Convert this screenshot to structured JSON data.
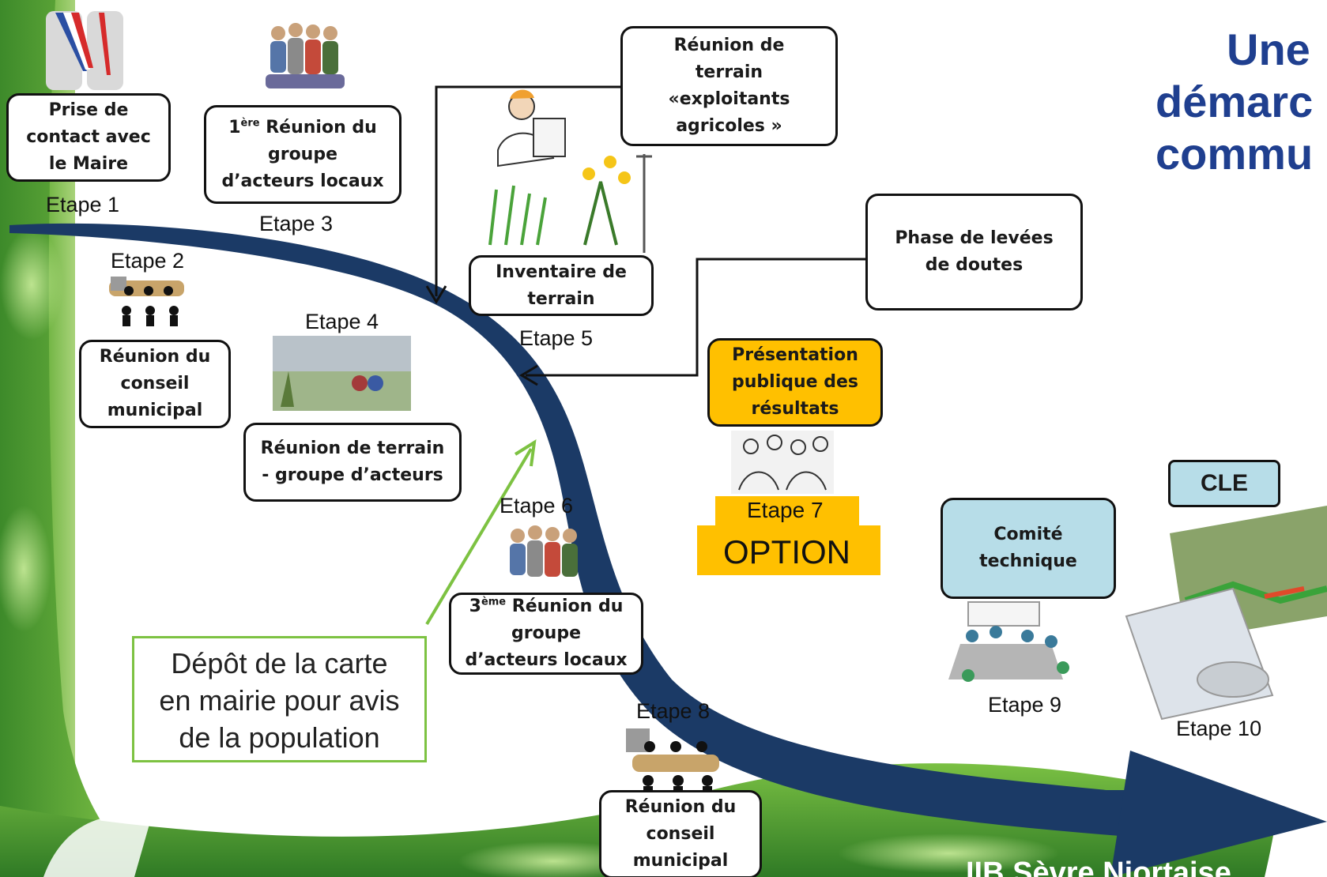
{
  "title_lines": [
    "Une",
    "démarc",
    "commu"
  ],
  "footer_text": "IIB Sèvre Niortaise",
  "steps": {
    "s1": "Etape 1",
    "s2": "Etape 2",
    "s3": "Etape 3",
    "s4": "Etape 4",
    "s5": "Etape 5",
    "s6": "Etape 6",
    "s8": "Etape 8",
    "s9": "Etape 9",
    "s10": "Etape 10"
  },
  "etape7": {
    "label": "Etape 7",
    "option": "OPTION"
  },
  "boxes": {
    "prise_contact": "Prise de\ncontact avec\nle Maire",
    "reunion1": {
      "prefix": "1",
      "sup": "ère",
      "text": " Réunion du\ngroupe\nd’acteurs locaux"
    },
    "conseil1": "Réunion du\nconseil\nmunicipal",
    "terrain_acteurs": "Réunion de terrain\n- groupe d’acteurs",
    "terrain_exploitants": "Réunion de\nterrain\n«exploitants\nagricoles »",
    "inventaire": "Inventaire de\nterrain",
    "levees": "Phase de levées\nde doutes",
    "presentation": "Présentation\npublique des\nrésultats",
    "reunion3": {
      "prefix": "3",
      "sup": "ème",
      "text": " Réunion du\ngroupe\nd’acteurs locaux"
    },
    "conseil2": "Réunion du\nconseil\nmunicipal",
    "comite": "Comité\ntechnique",
    "cle": "CLE"
  },
  "note": "Dépôt de la carte\nen mairie pour avis\nde la population",
  "colors": {
    "title": "#1f3f8f",
    "flow": "#1b3a66",
    "highlight": "#ffc000",
    "committee": "#b7dde8",
    "note_border": "#7dc242"
  }
}
